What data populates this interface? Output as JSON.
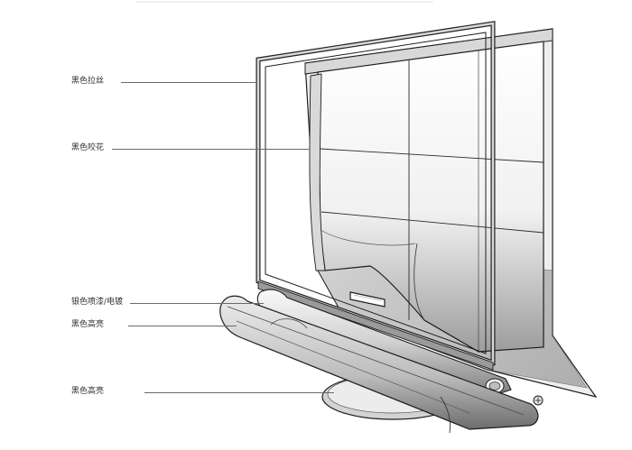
{
  "diagram": {
    "labels": [
      {
        "id": "label-1",
        "text": "黑色拉丝"
      },
      {
        "id": "label-2",
        "text": "黑色咬花"
      },
      {
        "id": "label-3",
        "text": "银色喷漆/电镀"
      },
      {
        "id": "label-4",
        "text": "黑色高亮"
      },
      {
        "id": "label-5",
        "text": "黑色高亮"
      }
    ],
    "colors": {
      "stroke": "#1e1e1e",
      "screen_light": "#f4f4f4",
      "screen_dark": "#b5b5b5",
      "metal_light": "#f0f0f0",
      "metal_dark": "#8e8e8e",
      "label_text": "#333333"
    }
  }
}
